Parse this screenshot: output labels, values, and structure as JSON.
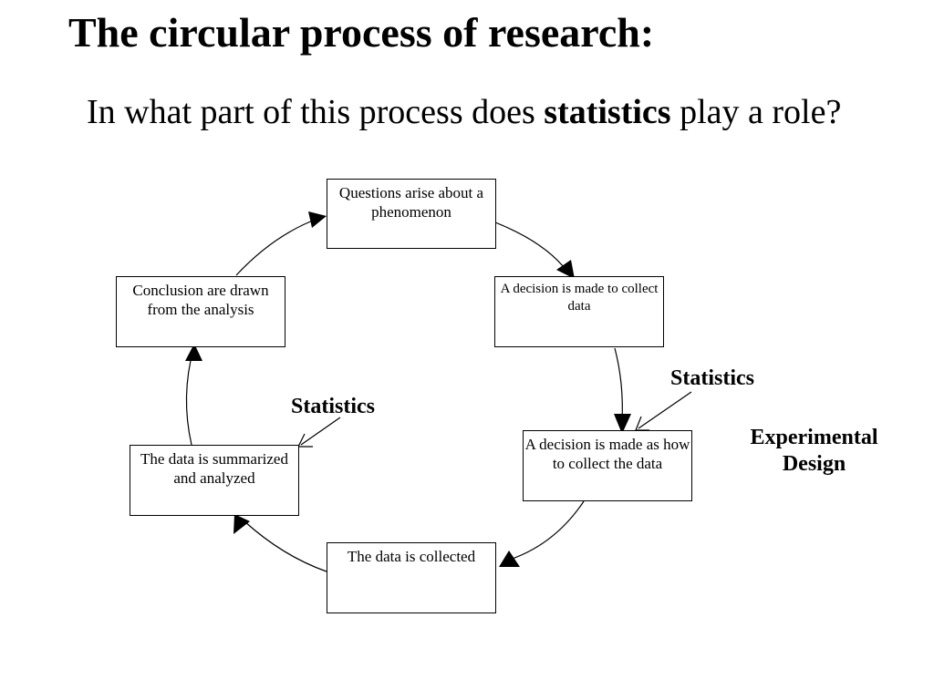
{
  "slide": {
    "title": "The circular process of research:",
    "question_before": "In what part of this process does ",
    "question_bold": "statistics",
    "question_after": " play a role?"
  },
  "cycle": {
    "steps": [
      {
        "id": "questions",
        "text": "Questions arise about a phenomenon"
      },
      {
        "id": "decision-collect",
        "text": "A decision is made to collect data"
      },
      {
        "id": "decision-how",
        "text": "A decision is made as how to collect  the data"
      },
      {
        "id": "collected",
        "text": "The data is collected"
      },
      {
        "id": "summarized",
        "text": "The data is summarized and analyzed"
      },
      {
        "id": "conclusion",
        "text": "Conclusion are drawn from the analysis"
      }
    ]
  },
  "annotations": {
    "statistics_right": "Statistics",
    "statistics_left": "Statistics",
    "experimental_line1": "Experimental",
    "experimental_line2": "Design"
  }
}
